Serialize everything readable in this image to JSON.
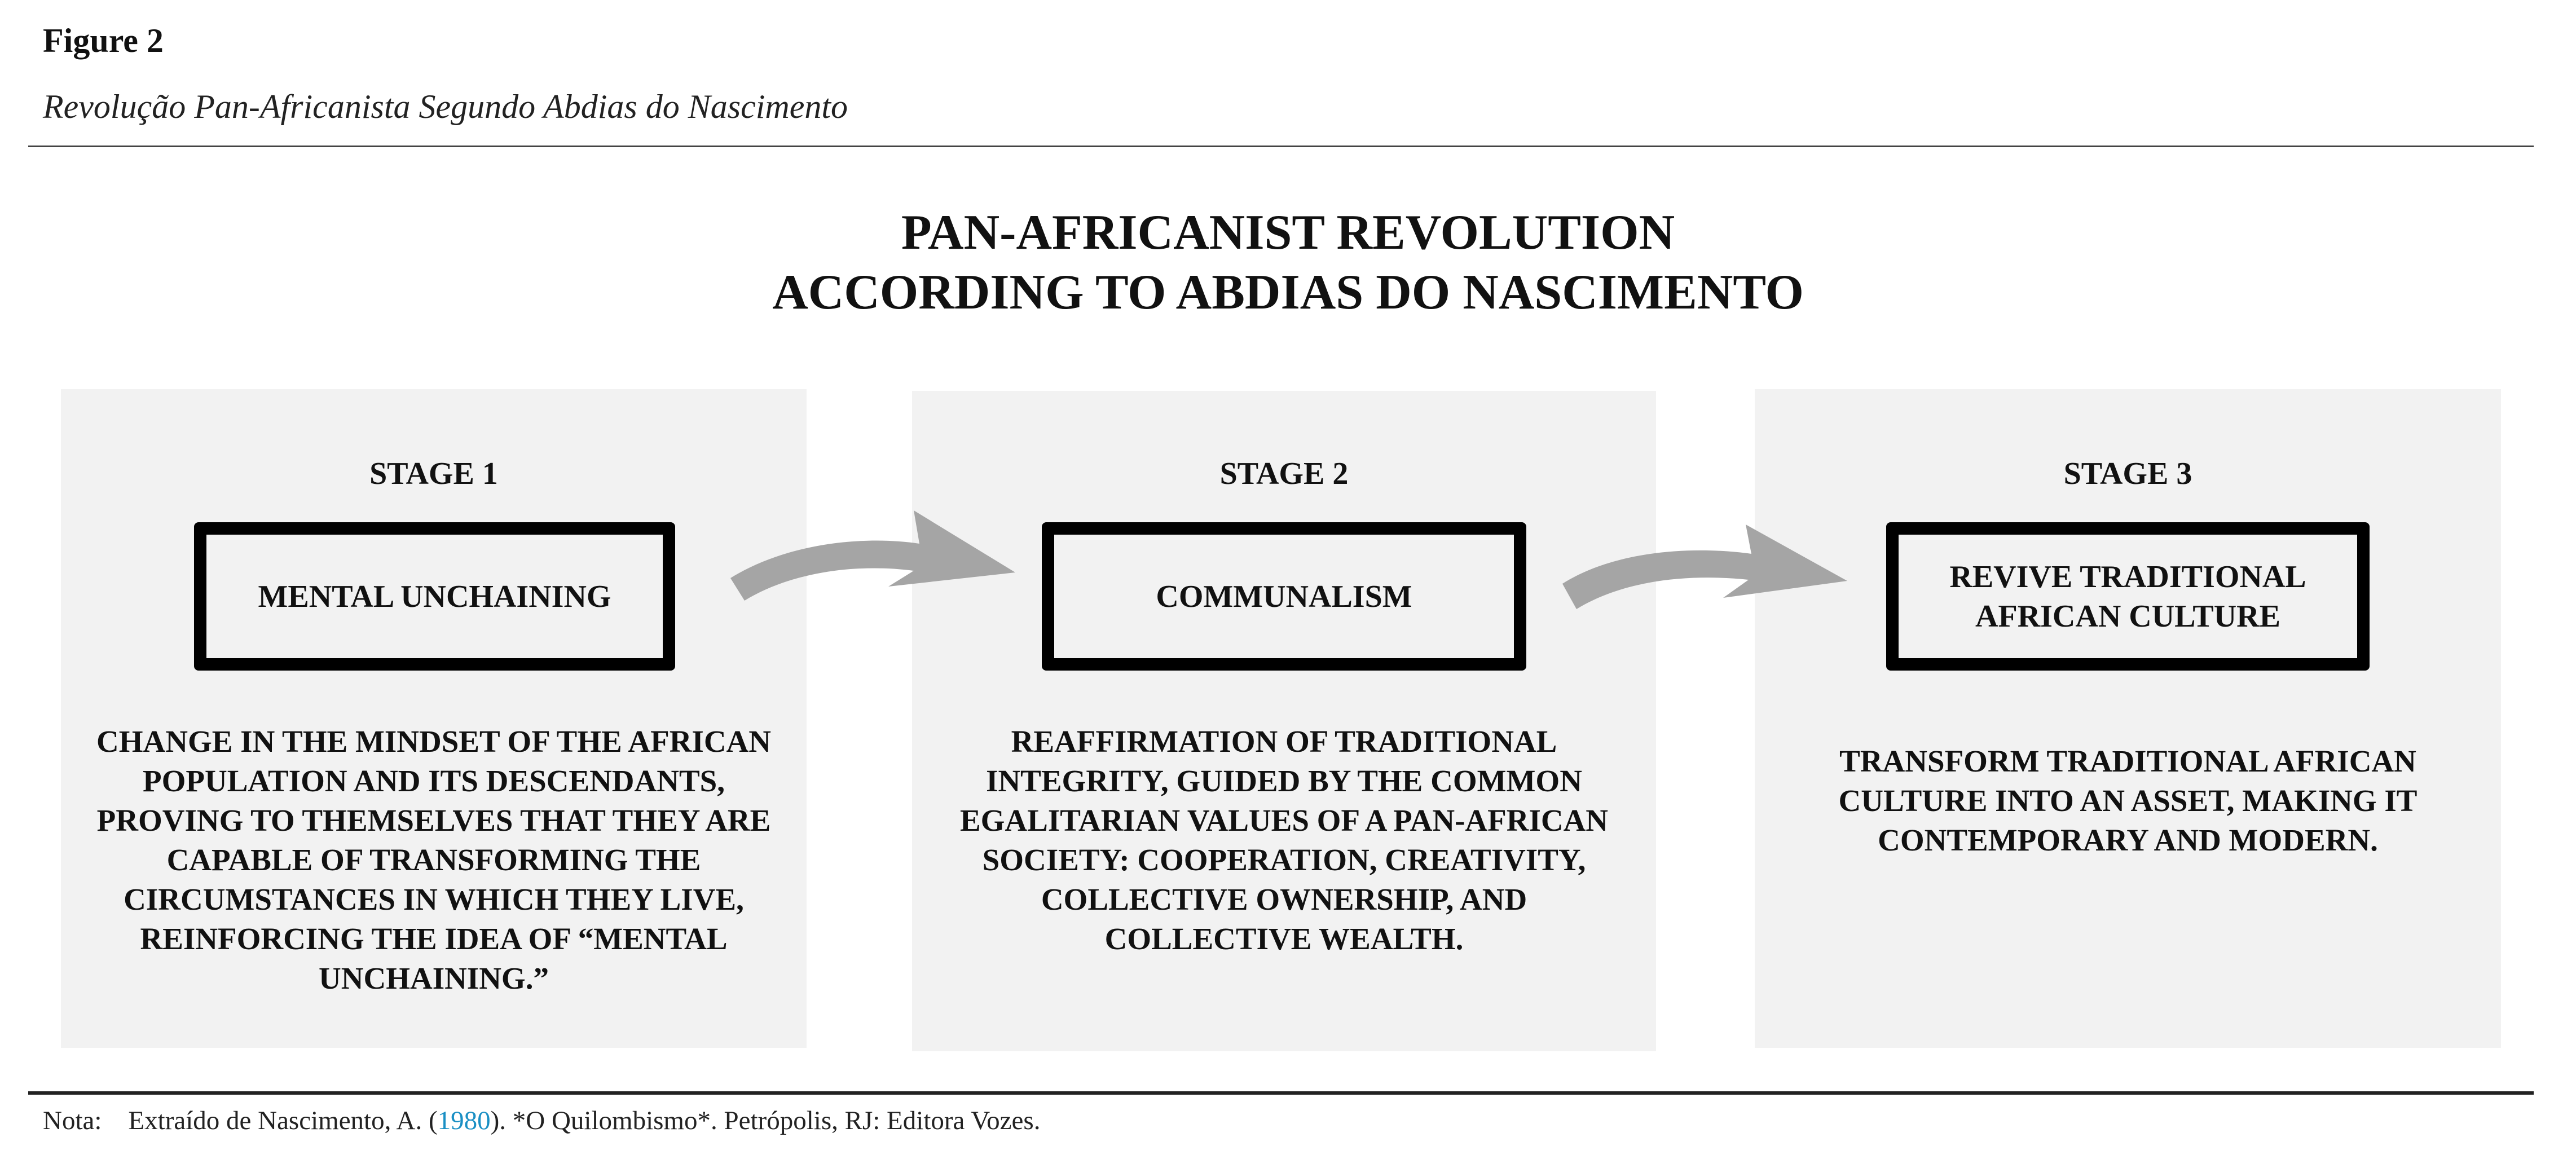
{
  "figure": {
    "label": "Figure 2",
    "caption": "Revolução Pan-Africanista Segundo Abdias do Nascimento"
  },
  "diagram": {
    "title_line1": "PAN-AFRICANIST REVOLUTION",
    "title_line2": "ACCORDING TO ABDIAS DO NASCIMENTO",
    "stages": [
      {
        "label": "STAGE 1",
        "box_text": "MENTAL UNCHAINING",
        "description": "CHANGE IN THE MINDSET OF THE AFRICAN POPULATION AND ITS DESCENDANTS, PROVING TO THEMSELVES THAT THEY ARE CAPABLE OF TRANSFORMING THE CIRCUMSTANCES IN WHICH THEY LIVE, REINFORCING THE IDEA OF “MENTAL UNCHAINING.”"
      },
      {
        "label": "STAGE 2",
        "box_text": "COMMUNALISM",
        "description": "REAFFIRMATION OF TRADITIONAL INTEGRITY, GUIDED BY THE COMMON EGALITARIAN VALUES OF A PAN-AFRICAN SOCIETY: COOPERATION, CREATIVITY, COLLECTIVE OWNERSHIP, AND COLLECTIVE WEALTH."
      },
      {
        "label": "STAGE 3",
        "box_text": "REVIVE TRADITIONAL\nAFRICAN CULTURE",
        "description": "TRANSFORM TRADITIONAL AFRICAN CULTURE INTO AN ASSET, MAKING IT CONTEMPORARY AND MODERN."
      }
    ],
    "arrows": [
      "stage1-to-stage2",
      "stage2-to-stage3"
    ],
    "colors": {
      "panel_bg": "#f2f2f2",
      "arrow": "#a5a5a5",
      "box_border": "#000000"
    }
  },
  "note": {
    "label": "Nota:",
    "text_before": "Extraído de Nascimento, A. (",
    "year": "1980",
    "text_after": "). *O Quilombismo*. Petrópolis, RJ: Editora Vozes.",
    "year_color": "#1a8fc4"
  }
}
